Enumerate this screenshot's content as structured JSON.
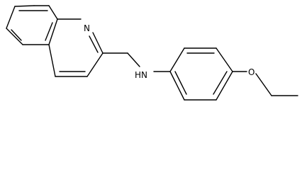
{
  "structure": {
    "atoms": {
      "quinoline_nitrogen": "N",
      "amine": "HN",
      "ether_oxygen": "O"
    },
    "colors": {
      "bond": "#000000",
      "label": "#000000",
      "background": "#ffffff"
    }
  }
}
